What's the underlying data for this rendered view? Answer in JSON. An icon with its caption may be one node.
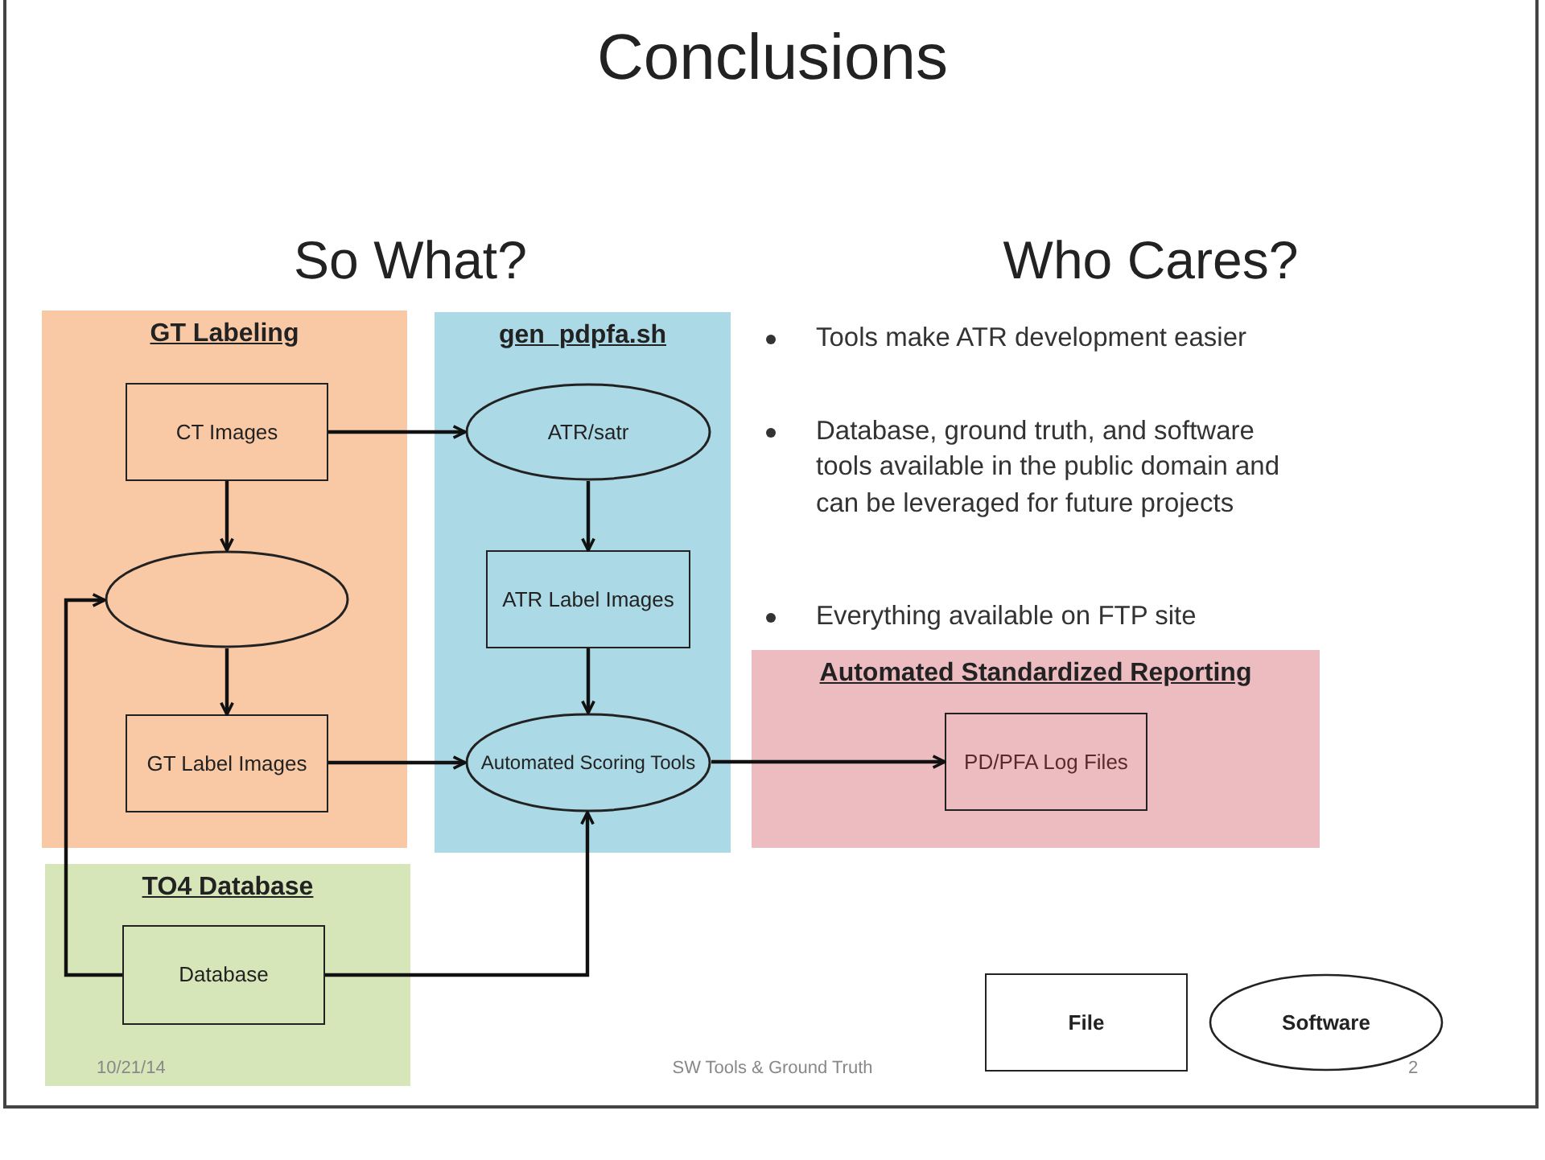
{
  "diagram": {
    "title": "Conclusions",
    "nodes": [
      {
        "text": [
          "GT Labeling"
        ]
      },
      {
        "text": [
          "CT Images"
        ],
        "in": 0
      },
      {
        "text": [],
        "shape": "ellipse",
        "in": 0
      },
      {
        "text": [
          "GT Label Images"
        ],
        "in": 0
      },
      {
        "text": [
          "gen_pdpfa.sh"
        ]
      },
      {
        "text": [
          "ATR/satr"
        ],
        "in": 4
      },
      {
        "text": [
          "ATR Label Images"
        ],
        "in": 4
      },
      {
        "text": [
          "Automated Scoring Tools"
        ],
        "in": 4
      },
      {
        "text": [
          "TO4 Database"
        ]
      },
      {
        "text": [
          "Database"
        ],
        "in": 8
      },
      {
        "text": [
          "Automated Standardized Reporting"
        ]
      },
      {
        "text": [
          "PD/PFA Log Files"
        ],
        "in": 10
      }
    ],
    "edges": [
      {
        "from": 1,
        "to": 5,
        "arrow": "to"
      },
      {
        "from": 1,
        "to": 2,
        "arrow": "to"
      },
      {
        "from": 5,
        "to": 6,
        "arrow": "to"
      },
      {
        "from": 9,
        "to": 2,
        "arrow": "to"
      },
      {
        "from": 2,
        "to": 3,
        "arrow": "to"
      },
      {
        "from": 6,
        "to": 7,
        "arrow": "to"
      },
      {
        "from": 3,
        "to": 7,
        "arrow": "to"
      },
      {
        "from": 7,
        "to": 11,
        "arrow": "to"
      },
      {
        "from": 9,
        "to": 7,
        "arrow": "to"
      }
    ],
    "labels": [
      "So What?",
      "Who Cares?",
      "Tools make ATR development easier",
      "Database, ground truth, and software tools available in the public domain and can be leveraged for future projects",
      "Everything available on FTP site",
      "10/21/14",
      "SW Tools & Ground Truth",
      "2"
    ],
    "legend": [
      {
        "text": "File"
      },
      {
        "text": "Software"
      }
    ]
  }
}
